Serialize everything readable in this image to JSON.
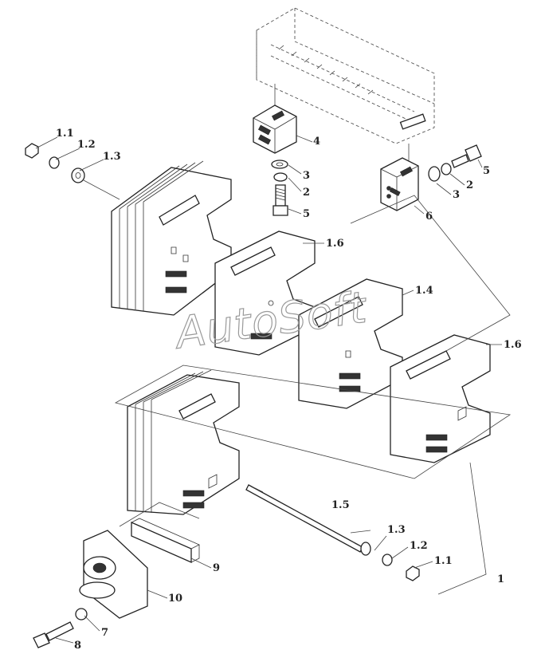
{
  "labels": {
    "p1": "1",
    "p1_1": "1.1",
    "p1_2": "1.2",
    "p1_3": "1.3",
    "p1_4": "1.4",
    "p1_5": "1.5",
    "p1_6": "1.6",
    "p2": "2",
    "p3": "3",
    "p4": "4",
    "p5": "5",
    "p6": "6",
    "p7": "7",
    "p8": "8",
    "p9": "9",
    "p10": "10"
  },
  "watermark": "AutoSoft"
}
